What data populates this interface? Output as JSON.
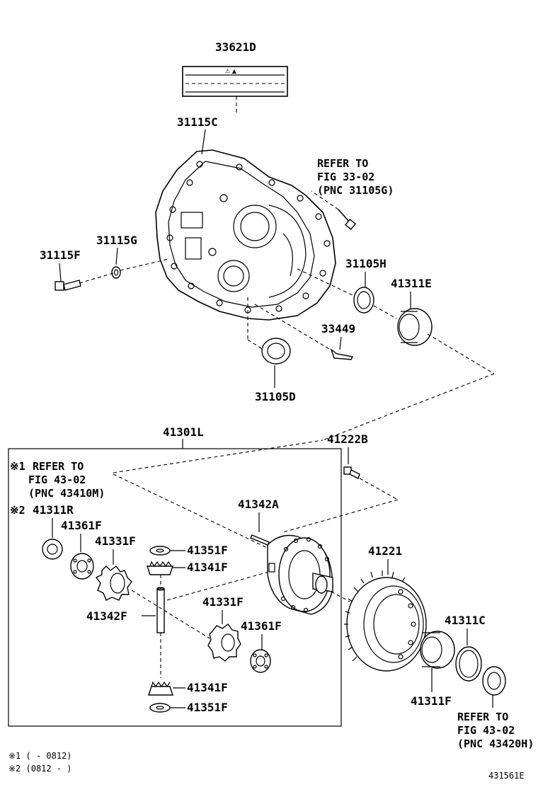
{
  "labels": {
    "p33621D": "33621D",
    "p31115C": "31115C",
    "p31115G": "31115G",
    "p31115F": "31115F",
    "p31105H": "31105H",
    "p41311E": "41311E",
    "p33449": "33449",
    "p31105D": "31105D",
    "p41301L": "41301L",
    "p41222B": "41222B",
    "p41342A": "41342A",
    "p41311R": "41311R",
    "p41361F_a": "41361F",
    "p41331F_a": "41331F",
    "p41351F_a": "41351F",
    "p41341F_a": "41341F",
    "p41342F": "41342F",
    "p41331F_b": "41331F",
    "p41361F_b": "41361F",
    "p41341F_b": "41341F",
    "p41351F_b": "41351F",
    "p41221": "41221",
    "p41311C": "41311C",
    "p41311F": "41311F"
  },
  "notes": {
    "refer_33_02": [
      "REFER TO",
      "FIG 33-02",
      "(PNC 31105G)"
    ],
    "refer_43_02_a": [
      "REFER TO",
      "FIG 43-02",
      "(PNC 43410M)"
    ],
    "refer_43_02_b": [
      "REFER TO",
      "FIG 43-02",
      "(PNC 43420H)"
    ],
    "mark1": "※1",
    "mark2": "※2"
  },
  "footnotes": {
    "f1": "※1 (        - 0812)",
    "f2": "※2 (0812 -        )"
  },
  "figure_id": "431561E"
}
